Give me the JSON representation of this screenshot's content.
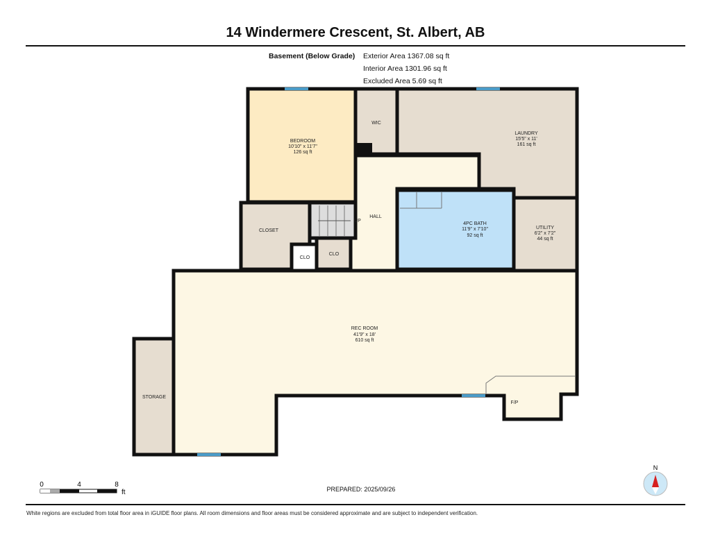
{
  "title": "14 Windermere Crescent, St. Albert, AB",
  "level": {
    "name": "Basement (Below Grade)",
    "exterior": "Exterior Area 1367.08 sq ft",
    "interior": "Interior Area 1301.96 sq ft",
    "excluded": "Excluded Area 5.69 sq ft"
  },
  "rooms": {
    "bedroom": {
      "name": "BEDROOM",
      "dims": "10'10\" x 11'7\"",
      "area": "126 sq ft"
    },
    "wic": {
      "name": "WIC"
    },
    "laundry": {
      "name": "LAUNDRY",
      "dims": "15'5\" x 11'",
      "area": "161 sq ft"
    },
    "hall": {
      "name": "HALL"
    },
    "up": {
      "name": "UP"
    },
    "bath": {
      "name": "4PC BATH",
      "dims": "11'9\" x 7'10\"",
      "area": "92 sq ft"
    },
    "utility": {
      "name": "UTILITY",
      "dims": "6'2\" x 7'2\"",
      "area": "44 sq ft"
    },
    "closet": {
      "name": "CLOSET"
    },
    "clo1": {
      "name": "CLO"
    },
    "clo2": {
      "name": "CLO"
    },
    "rec": {
      "name": "REC ROOM",
      "dims": "41'9\" x 18'",
      "area": "610 sq ft"
    },
    "storage": {
      "name": "STORAGE"
    },
    "fp": {
      "name": "F/P"
    }
  },
  "scale": {
    "t0": "0",
    "t4": "4",
    "t8": "8",
    "unit": "ft"
  },
  "compass": {
    "label": "N"
  },
  "prepared": "PREPARED: 2025/09/26",
  "disclaimer": "White regions are excluded from total floor area in iGUIDE floor plans. All room dimensions and floor areas must be considered approximate and are subject to independent verification.",
  "colors": {
    "bedroom": "#fdebc3",
    "utility": "#e6ddd0",
    "living": "#fdf7e4",
    "bath": "#bfe1f8",
    "window": "#4a9cc9"
  }
}
